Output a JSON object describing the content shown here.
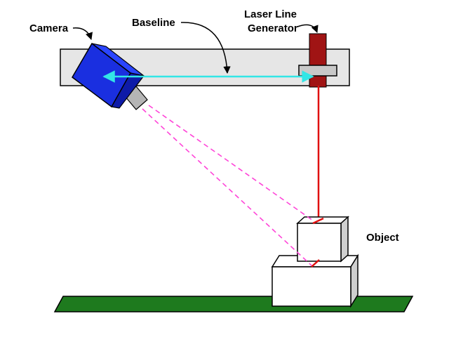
{
  "labels": {
    "camera": "Camera",
    "baseline": "Baseline",
    "laser_line_1": "Laser Line",
    "laser_line_2": "Generator",
    "object": "Object"
  },
  "colors": {
    "rail_fill": "#e6e6e6",
    "camera_body": "#1a2fe0",
    "camera_body_side": "#0e1ba8",
    "lens": "#b5b5b5",
    "laser_body": "#a01414",
    "laser_beam": "#e01010",
    "baseline_arrow": "#33e6e6",
    "fov_lines": "#ff44d8",
    "object_face": "#ffffff",
    "object_side": "#cfcfcf",
    "ground": "#1e7a1e"
  }
}
